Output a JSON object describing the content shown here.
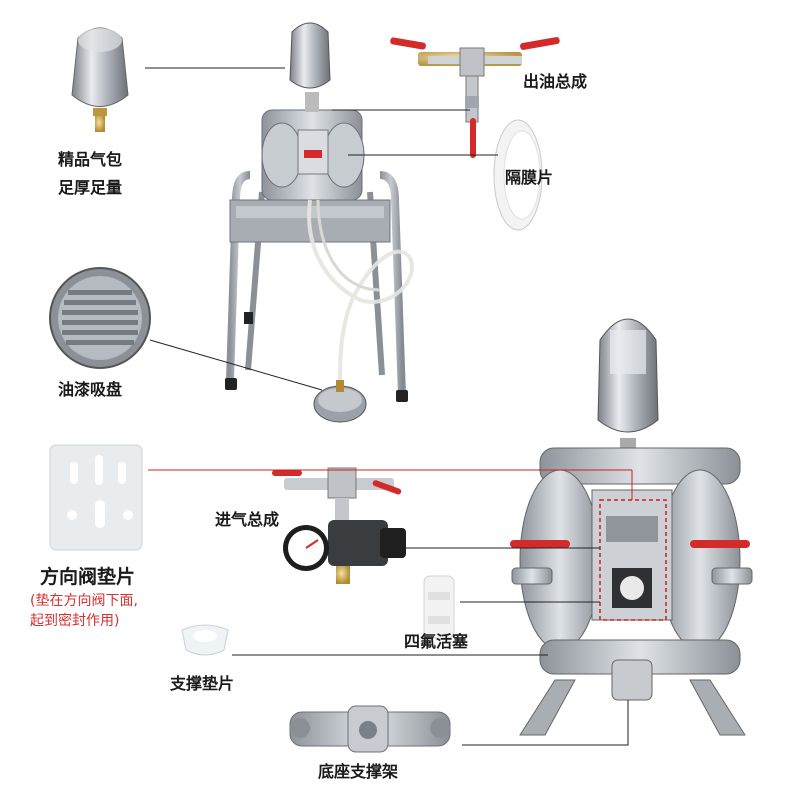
{
  "labels": {
    "air_chamber_line1": "精品气包",
    "air_chamber_line2": "足厚足量",
    "oil_outlet_assembly": "出油总成",
    "diaphragm": "隔膜片",
    "suction_disc": "油漆吸盘",
    "air_inlet_assembly": "进气总成",
    "direction_valve_gasket": "方向阀垫片",
    "direction_valve_note_line1": "(垫在方向阀下面,",
    "direction_valve_note_line2": "起到密封作用)",
    "ptfe_piston": "四氟活塞",
    "support_gasket": "支撑垫片",
    "base_support_frame": "底座支撑架"
  },
  "colors": {
    "leader_line": "#222222",
    "highlight_line": "#cc2020",
    "note_text": "#d83030",
    "steel": "#b8bcc2",
    "frame": "#9aa0a6",
    "valve_red": "#d42a2a"
  }
}
